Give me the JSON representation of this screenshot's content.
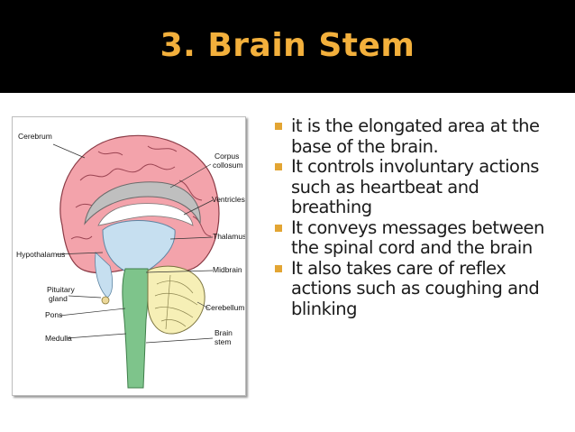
{
  "slide": {
    "title": "3. Brain Stem",
    "title_color": "#f3b03c",
    "bullet_color": "#e3a533",
    "bullets": [
      "it is the elongated area at the base of the brain.",
      "It controls involuntary actions such as heartbeat and breathing",
      "It conveys messages between the spinal cord and the brain",
      "It also takes care of reflex actions such as coughing and blinking"
    ]
  },
  "figure": {
    "labels": {
      "cerebrum": "Cerebrum",
      "corpus_1": "Corpus",
      "corpus_2": "collosum",
      "ventricles": "Ventricles",
      "thalamus": "Thalamus",
      "hypothalamus": "Hypothalamus",
      "midbrain": "Midbrain",
      "pituitary_1": "Pituitary",
      "pituitary_2": "gland",
      "pons": "Pons",
      "cerebellum": "Cerebellum",
      "medulla": "Medulla",
      "brain_stem_1": "Brain",
      "brain_stem_2": "stem"
    }
  }
}
